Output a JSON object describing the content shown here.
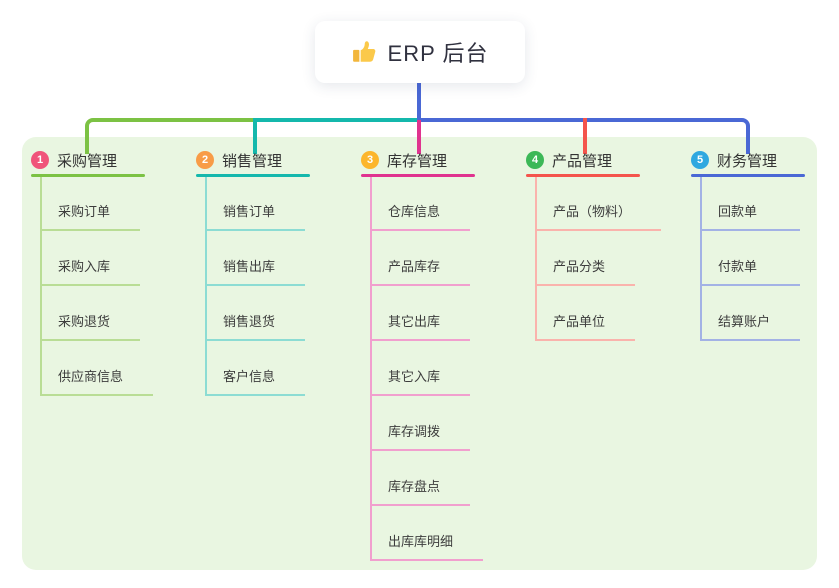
{
  "root": {
    "title": "ERP 后台",
    "icon": "thumbs-up-icon"
  },
  "panel": {
    "background": "#e9f6e1"
  },
  "branches": [
    {
      "num": "1",
      "label": "采购管理",
      "badge_color": "#f0547a",
      "line_color": "#7cc244",
      "line_light_color": "#b9dd95",
      "children": [
        "采购订单",
        "采购入库",
        "采购退货",
        "供应商信息"
      ]
    },
    {
      "num": "2",
      "label": "销售管理",
      "badge_color": "#f89c47",
      "line_color": "#14b8ac",
      "line_light_color": "#8cdcd3",
      "children": [
        "销售订单",
        "销售出库",
        "销售退货",
        "客户信息"
      ]
    },
    {
      "num": "3",
      "label": "库存管理",
      "badge_color": "#fcb62c",
      "line_color": "#e0338f",
      "line_light_color": "#f19fce",
      "children": [
        "仓库信息",
        "产品库存",
        "其它出库",
        "其它入库",
        "库存调拨",
        "库存盘点",
        "出库库明细"
      ]
    },
    {
      "num": "4",
      "label": "产品管理",
      "badge_color": "#3cb857",
      "line_color": "#f4544c",
      "line_light_color": "#fab3ac",
      "children": [
        "产品（物料）",
        "产品分类",
        "产品单位"
      ]
    },
    {
      "num": "5",
      "label": "财务管理",
      "badge_color": "#2fa8e0",
      "line_color": "#4a68d5",
      "line_light_color": "#a3b2e5",
      "children": [
        "回款单",
        "付款单",
        "结算账户"
      ]
    }
  ]
}
